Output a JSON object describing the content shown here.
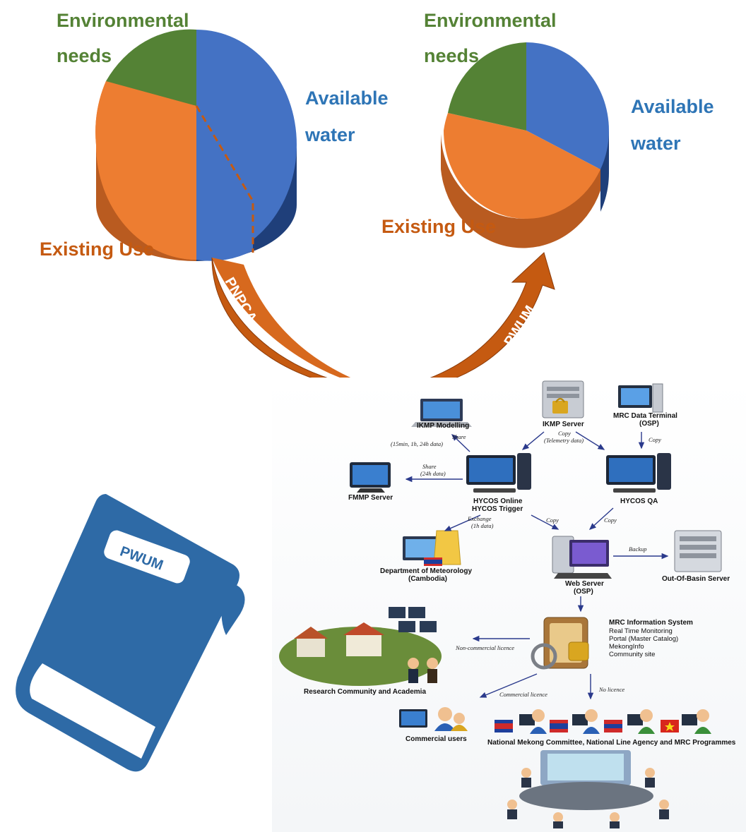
{
  "pie_left": {
    "labels": {
      "env": [
        "Environmental",
        "needs"
      ],
      "available": [
        "Available",
        "water"
      ],
      "existing": [
        "Existing Use"
      ]
    }
  },
  "pie_right": {
    "labels": {
      "env": [
        "Environmental",
        "needs"
      ],
      "available": [
        "Available",
        "water"
      ],
      "existing": [
        "Existing Use"
      ]
    }
  },
  "arc_labels": {
    "left": "PNPCA",
    "right": "PWUM"
  },
  "book_label": "PWUM",
  "colors": {
    "blue": "#4472c4",
    "orange": "#ed7d31",
    "green": "#548235",
    "arrow": "#c55a11",
    "book": "#2e6aa6"
  },
  "network": {
    "nodes": {
      "ikmp_modelling": [
        "IKMP Modelling"
      ],
      "ikmp_server": [
        "IKMP Server"
      ],
      "mrc_terminal": [
        "MRC Data Terminal",
        "(OSP)"
      ],
      "fmmp_server": [
        "FMMP Server"
      ],
      "hycos_online": [
        "HYCOS Online",
        "HYCOS Trigger"
      ],
      "hycos_qa": [
        "HYCOS QA"
      ],
      "dept_meteo": [
        "Department of Meteorology",
        "(Cambodia)"
      ],
      "web_server": [
        "Web Server",
        "(OSP)"
      ],
      "out_of_basin": [
        "Out-Of-Basin Server"
      ],
      "mrc_info_title": "MRC Information System",
      "mrc_info_items": [
        "Real Time Monitoring",
        "Portal (Master Catalog)",
        "MekongInfo",
        "Community site"
      ],
      "research": [
        "Research Community and Academia"
      ],
      "commercial": [
        "Commercial users"
      ],
      "national": [
        "National Mekong Committee, National Line Agency and MRC Programmes"
      ]
    },
    "edges": {
      "share_model": [
        "Share",
        "(15min, 1h, 24h data)"
      ],
      "copy_telemetry": [
        "Copy",
        "(Telemetry data)"
      ],
      "copy_terminal": [
        "Copy"
      ],
      "share_fmmp": [
        "Share",
        "(24h data)"
      ],
      "exchange": [
        "Exchange",
        "(1h data)"
      ],
      "copy_hycos": [
        "Copy"
      ],
      "copy_qa": [
        "Copy"
      ],
      "backup": [
        "Backup"
      ],
      "non_commercial": [
        "Non-commercial licence"
      ],
      "commercial_licence": [
        "Commercial licence"
      ],
      "no_licence": [
        "No licence"
      ]
    }
  }
}
